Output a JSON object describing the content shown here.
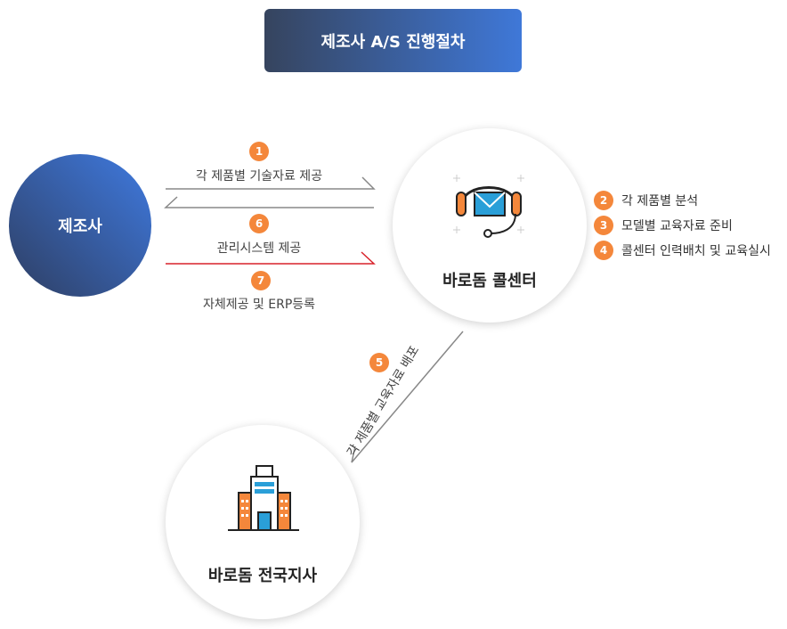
{
  "title": "제조사 A/S 진행절차",
  "nodes": {
    "manufacturer": "제조사",
    "call_center": "바로돔 콜센터",
    "branch": "바로돔 전국지사"
  },
  "flows": {
    "f1": {
      "num": "1",
      "label": "각 제품별 기술자료 제공"
    },
    "f6": {
      "num": "6",
      "label": "관리시스템 제공"
    },
    "f7": {
      "num": "7",
      "label": "자체제공 및 ERP등록"
    },
    "f5": {
      "num": "5",
      "label": "각 제품별 교육자료 배포"
    }
  },
  "steps": [
    {
      "num": "2",
      "label": "각 제품별 분석"
    },
    {
      "num": "3",
      "label": "모델별 교육자료 준비"
    },
    {
      "num": "4",
      "label": "콜센터 인력배치 및 교육실시"
    }
  ],
  "colors": {
    "accent_orange": "#f4873b",
    "title_gradient_start": "#36445e",
    "title_gradient_end": "#3f78d8",
    "red_line": "#d8222a",
    "gray_line": "#888888"
  },
  "icons": [
    "headset-envelope-icon",
    "building-icon"
  ]
}
